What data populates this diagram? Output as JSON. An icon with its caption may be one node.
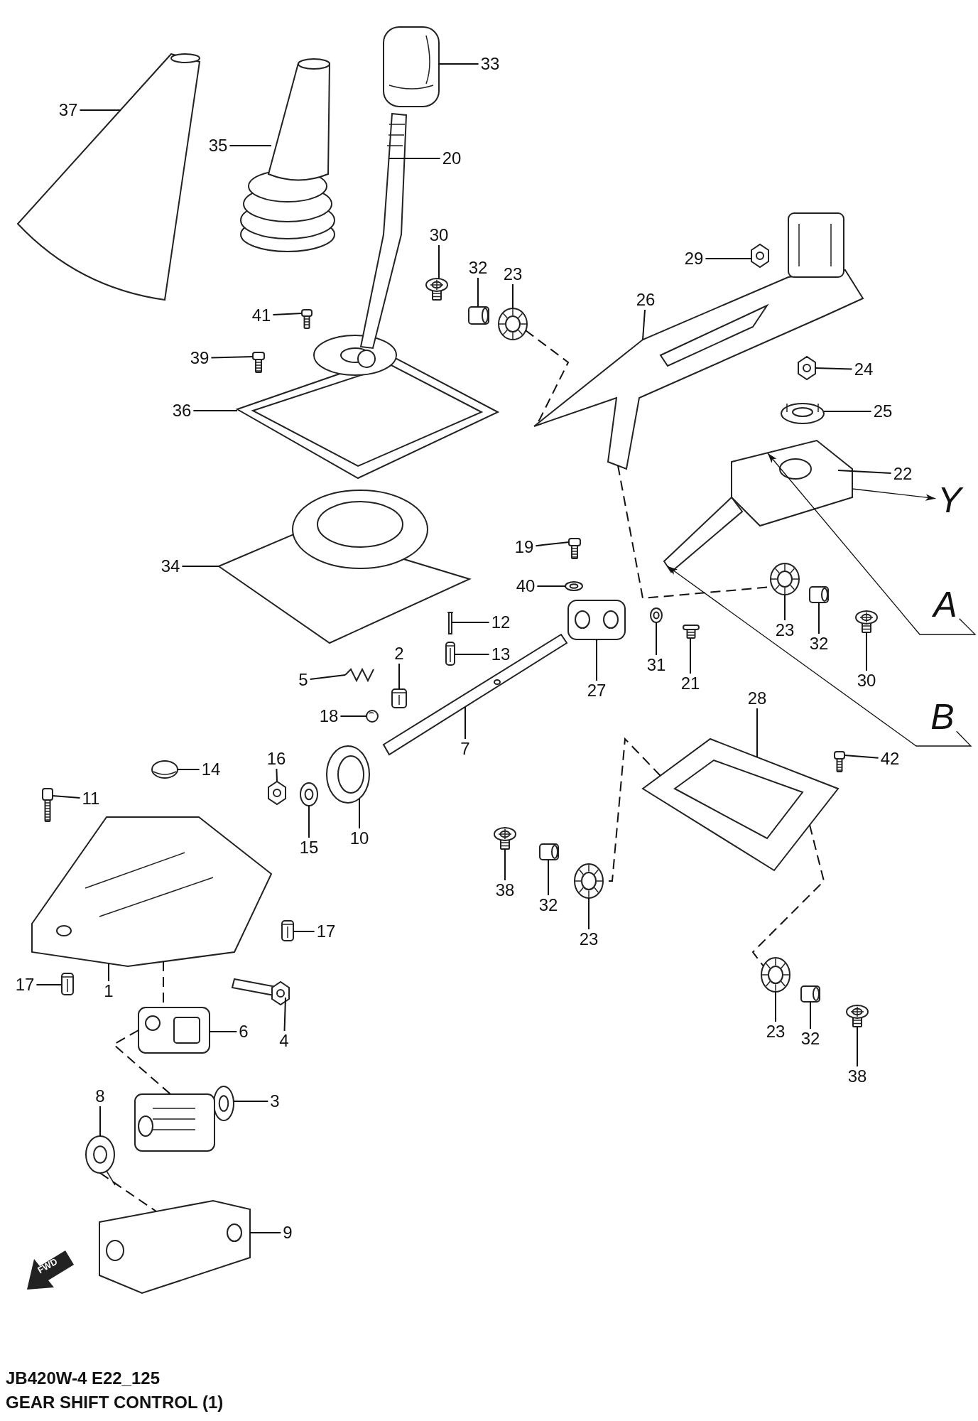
{
  "diagram": {
    "caption": "GEAR SHIFT CONTROL (1)",
    "nodes": [
      {
        "text": [
          "33"
        ]
      },
      {
        "text": [
          "37"
        ]
      },
      {
        "text": [
          "35"
        ]
      },
      {
        "text": [
          "20"
        ]
      },
      {
        "text": [
          "30"
        ]
      },
      {
        "text": [
          "29"
        ]
      },
      {
        "text": [
          "32"
        ]
      },
      {
        "text": [
          "23"
        ]
      },
      {
        "text": [
          "26"
        ]
      },
      {
        "text": [
          "41"
        ]
      },
      {
        "text": [
          "39"
        ]
      },
      {
        "text": [
          "24"
        ]
      },
      {
        "text": [
          "36"
        ]
      },
      {
        "text": [
          "25"
        ]
      },
      {
        "text": [
          "22"
        ]
      },
      {
        "text": [
          "Y"
        ]
      },
      {
        "text": [
          "19"
        ]
      },
      {
        "text": [
          "34"
        ]
      },
      {
        "text": [
          "40"
        ]
      },
      {
        "text": [
          "A"
        ]
      },
      {
        "text": [
          "12"
        ]
      },
      {
        "text": [
          "23"
        ]
      },
      {
        "text": [
          "32"
        ]
      },
      {
        "text": [
          "2"
        ]
      },
      {
        "text": [
          "13"
        ]
      },
      {
        "text": [
          "31"
        ]
      },
      {
        "text": [
          "5"
        ]
      },
      {
        "text": [
          "30"
        ]
      },
      {
        "text": [
          "21"
        ]
      },
      {
        "text": [
          "27"
        ]
      },
      {
        "text": [
          "28"
        ]
      },
      {
        "text": [
          "18"
        ]
      },
      {
        "text": [
          "B"
        ]
      },
      {
        "text": [
          "7"
        ]
      },
      {
        "text": [
          "42"
        ]
      },
      {
        "text": [
          "16"
        ]
      },
      {
        "text": [
          "14"
        ]
      },
      {
        "text": [
          "11"
        ]
      },
      {
        "text": [
          "10"
        ]
      },
      {
        "text": [
          "15"
        ]
      },
      {
        "text": [
          "38"
        ]
      },
      {
        "text": [
          "32"
        ]
      },
      {
        "text": [
          "17"
        ]
      },
      {
        "text": [
          "23"
        ]
      },
      {
        "text": [
          "17"
        ]
      },
      {
        "text": [
          "1"
        ]
      },
      {
        "text": [
          "6"
        ]
      },
      {
        "text": [
          "23"
        ]
      },
      {
        "text": [
          "32"
        ]
      },
      {
        "text": [
          "4"
        ]
      },
      {
        "text": [
          "38"
        ]
      },
      {
        "text": [
          "8"
        ]
      },
      {
        "text": [
          "3"
        ]
      },
      {
        "text": [
          "9"
        ]
      },
      {
        "text": [],
        "shape": "picture"
      },
      {
        "text": [],
        "shape": "picture"
      },
      {
        "text": [],
        "shape": "picture"
      },
      {
        "text": [],
        "shape": "picture"
      },
      {
        "text": [],
        "shape": "picture"
      },
      {
        "text": [],
        "shape": "picture"
      },
      {
        "text": [],
        "shape": "picture"
      },
      {
        "text": [],
        "shape": "picture"
      },
      {
        "text": [],
        "shape": "picture"
      },
      {
        "text": [],
        "shape": "picture"
      },
      {
        "text": [],
        "shape": "picture"
      },
      {
        "text": [],
        "shape": "picture"
      },
      {
        "text": [],
        "shape": "picture"
      },
      {
        "text": [],
        "shape": "picture"
      },
      {
        "text": [],
        "shape": "picture"
      },
      {
        "text": [],
        "shape": "picture"
      },
      {
        "text": [],
        "shape": "picture"
      },
      {
        "text": [],
        "shape": "picture"
      },
      {
        "text": [],
        "shape": "picture"
      },
      {
        "text": [],
        "shape": "picture"
      },
      {
        "text": [],
        "shape": "picture"
      },
      {
        "text": [],
        "shape": "picture"
      },
      {
        "text": [],
        "shape": "picture"
      },
      {
        "text": [],
        "shape": "picture"
      },
      {
        "text": [],
        "shape": "picture"
      },
      {
        "text": [],
        "shape": "picture"
      },
      {
        "text": [],
        "shape": "picture"
      },
      {
        "text": [],
        "shape": "picture"
      },
      {
        "text": [],
        "shape": "picture"
      },
      {
        "text": [],
        "shape": "picture"
      },
      {
        "text": [],
        "shape": "picture"
      },
      {
        "text": [],
        "shape": "picture"
      },
      {
        "text": [],
        "shape": "picture"
      },
      {
        "text": [],
        "shape": "picture"
      },
      {
        "text": [],
        "shape": "picture"
      },
      {
        "text": [],
        "shape": "picture"
      },
      {
        "text": [],
        "shape": "picture"
      },
      {
        "text": [],
        "shape": "picture"
      },
      {
        "text": [],
        "shape": "picture"
      },
      {
        "text": [],
        "shape": "picture"
      },
      {
        "text": [],
        "shape": "picture"
      },
      {
        "text": [],
        "shape": "picture"
      },
      {
        "text": [],
        "shape": "picture"
      },
      {
        "text": [],
        "shape": "picture"
      },
      {
        "text": [],
        "shape": "picture"
      },
      {
        "text": [],
        "shape": "picture"
      },
      {
        "text": [],
        "shape": "picture"
      },
      {
        "text": [],
        "shape": "picture"
      },
      {
        "text": [],
        "shape": "picture"
      },
      {
        "text": [],
        "shape": "picture"
      },
      {
        "text": [],
        "shape": "picture"
      },
      {
        "text": [],
        "shape": "picture"
      }
    ],
    "edges": [
      {
        "from": 0,
        "to": 54,
        "arrow": "none"
      },
      {
        "from": 1,
        "to": 55,
        "arrow": "none"
      },
      {
        "from": 2,
        "to": 56,
        "arrow": "none"
      },
      {
        "from": 3,
        "to": 57,
        "arrow": "none"
      },
      {
        "from": 4,
        "to": 58,
        "arrow": "none"
      },
      {
        "from": 5,
        "to": 59,
        "arrow": "none"
      },
      {
        "from": 6,
        "to": 60,
        "arrow": "none"
      },
      {
        "from": 7,
        "to": 61,
        "arrow": "none"
      },
      {
        "from": 8,
        "to": 62,
        "arrow": "none"
      },
      {
        "from": 9,
        "to": 63,
        "arrow": "none"
      },
      {
        "from": 10,
        "to": 64,
        "arrow": "none"
      },
      {
        "from": 11,
        "to": 65,
        "arrow": "none"
      },
      {
        "from": 12,
        "to": 66,
        "arrow": "none"
      },
      {
        "from": 13,
        "to": 67,
        "arrow": "none"
      },
      {
        "from": 14,
        "to": 68,
        "arrow": "none"
      },
      {
        "from": 68,
        "to": 15,
        "arrow": "to"
      },
      {
        "from": 16,
        "to": 69,
        "arrow": "none"
      },
      {
        "from": 17,
        "to": 70,
        "arrow": "none"
      },
      {
        "from": 18,
        "to": 71,
        "arrow": "none"
      },
      {
        "from": 19,
        "to": 68,
        "arrow": "to"
      },
      {
        "from": 20,
        "to": 72,
        "arrow": "none"
      },
      {
        "from": 21,
        "to": 73,
        "arrow": "none"
      },
      {
        "from": 22,
        "to": 74,
        "arrow": "none"
      },
      {
        "from": 23,
        "to": 75,
        "arrow": "none"
      },
      {
        "from": 24,
        "to": 76,
        "arrow": "none"
      },
      {
        "from": 25,
        "to": 77,
        "arrow": "none"
      },
      {
        "from": 26,
        "to": 78,
        "arrow": "none"
      },
      {
        "from": 27,
        "to": 79,
        "arrow": "none"
      },
      {
        "from": 28,
        "to": 80,
        "arrow": "none"
      },
      {
        "from": 29,
        "to": 81,
        "arrow": "none"
      },
      {
        "from": 30,
        "to": 82,
        "arrow": "none"
      },
      {
        "from": 31,
        "to": 83,
        "arrow": "none"
      },
      {
        "from": 32,
        "to": 68,
        "arrow": "to"
      },
      {
        "from": 33,
        "to": 84,
        "arrow": "none"
      },
      {
        "from": 34,
        "to": 85,
        "arrow": "none"
      },
      {
        "from": 35,
        "to": 86,
        "arrow": "none"
      },
      {
        "from": 36,
        "to": 87,
        "arrow": "none"
      },
      {
        "from": 37,
        "to": 88,
        "arrow": "none"
      },
      {
        "from": 38,
        "to": 89,
        "arrow": "none"
      },
      {
        "from": 39,
        "to": 90,
        "arrow": "none"
      },
      {
        "from": 40,
        "to": 91,
        "arrow": "none"
      },
      {
        "from": 41,
        "to": 92,
        "arrow": "none"
      },
      {
        "from": 42,
        "to": 93,
        "arrow": "none"
      },
      {
        "from": 43,
        "to": 94,
        "arrow": "none"
      },
      {
        "from": 44,
        "to": 95,
        "arrow": "none"
      },
      {
        "from": 45,
        "to": 96,
        "arrow": "none"
      },
      {
        "from": 46,
        "to": 97,
        "arrow": "none"
      },
      {
        "from": 47,
        "to": 98,
        "arrow": "none"
      },
      {
        "from": 48,
        "to": 99,
        "arrow": "none"
      },
      {
        "from": 49,
        "to": 100,
        "arrow": "none"
      },
      {
        "from": 50,
        "to": 101,
        "arrow": "none"
      },
      {
        "from": 51,
        "to": 102,
        "arrow": "none"
      },
      {
        "from": 52,
        "to": 103,
        "arrow": "none"
      },
      {
        "from": 53,
        "to": 104,
        "arrow": "none"
      },
      {
        "from": 61,
        "to": 62,
        "arrow": "none",
        "style": "dashed"
      },
      {
        "from": 62,
        "to": 73,
        "arrow": "none",
        "style": "dashed"
      },
      {
        "from": 82,
        "to": 94,
        "arrow": "none",
        "style": "dashed"
      },
      {
        "from": 82,
        "to": 98,
        "arrow": "none",
        "style": "dashed"
      },
      {
        "from": 96,
        "to": 97,
        "arrow": "none",
        "style": "dashed"
      },
      {
        "from": 97,
        "to": 105,
        "arrow": "none",
        "style": "dashed"
      },
      {
        "from": 102,
        "to": 104,
        "arrow": "none",
        "style": "dashed"
      }
    ],
    "labels": [
      "FWD",
      "JB420W-4 E22_125"
    ]
  }
}
